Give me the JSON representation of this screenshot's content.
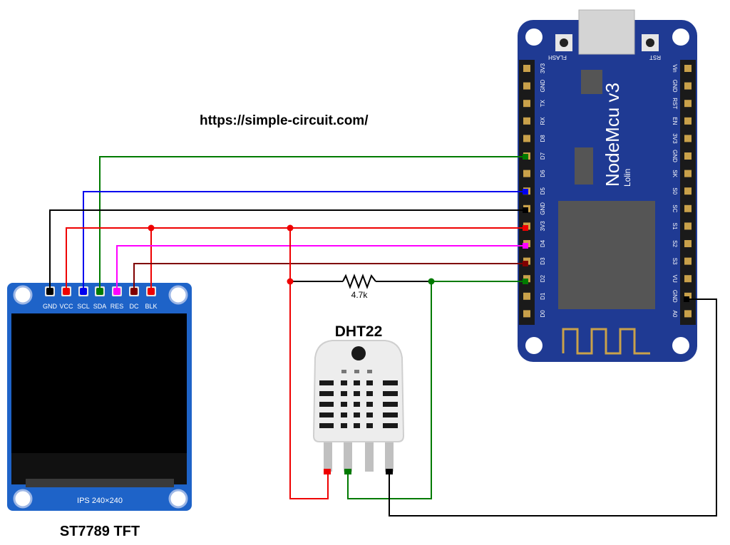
{
  "site_url": "https://simple-circuit.com/",
  "tft": {
    "caption": "ST7789 TFT",
    "screen_label": "IPS 240×240",
    "pins": [
      "GND",
      "VCC",
      "SCL",
      "SDA",
      "RES",
      "DC",
      "BLK"
    ]
  },
  "nodemcu": {
    "title": "NodeMcu v3",
    "subtitle": "Lolin",
    "flash_label": "FLASH",
    "rst_label": "RST",
    "left_pins": [
      "3V3",
      "GND",
      "TX",
      "RX",
      "D8",
      "D7",
      "D6",
      "D5",
      "GND",
      "3V3",
      "D4",
      "D3",
      "D2",
      "D1",
      "D0"
    ],
    "right_pins": [
      "Vin",
      "GND",
      "RST",
      "EN",
      "3V3",
      "GND",
      "SK",
      "S0",
      "SC",
      "S1",
      "S2",
      "S3",
      "VU",
      "GND",
      "A0"
    ]
  },
  "dht22": {
    "label": "DHT22"
  },
  "resistor": {
    "label": "4.7k"
  },
  "wire_colors": {
    "green": "#007a00",
    "blue": "#0000ee",
    "black": "#000000",
    "red": "#ee0000",
    "magenta": "#ff00ff",
    "dark_red": "#800000"
  },
  "board_colors": {
    "pcb_blue": "#1f3a93",
    "tft_blue": "#1e63c8",
    "screen": "#000000",
    "header_gold": "#c9a14a"
  }
}
